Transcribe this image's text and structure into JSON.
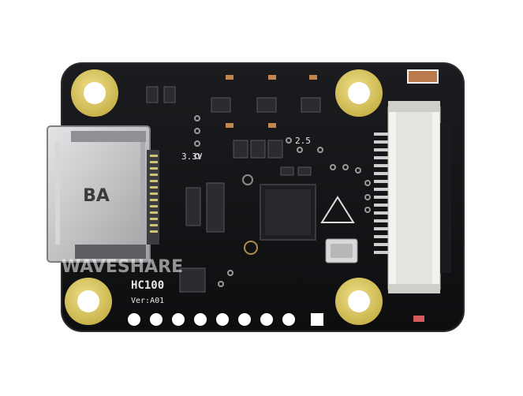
{
  "photo": {
    "watermark": "WAVESHARE",
    "board_model": "HC100",
    "board_version": "Ver:A01",
    "connector_marking": "BA",
    "silk_voltage_a": "3.3V",
    "silk_voltage_b": "2.5",
    "colors": {
      "background": "#ffffff",
      "pcb": "#121315",
      "pad_gold": "#d9c45a",
      "metal": "#c9cacb",
      "fpc_white": "#f2f2ee"
    }
  }
}
